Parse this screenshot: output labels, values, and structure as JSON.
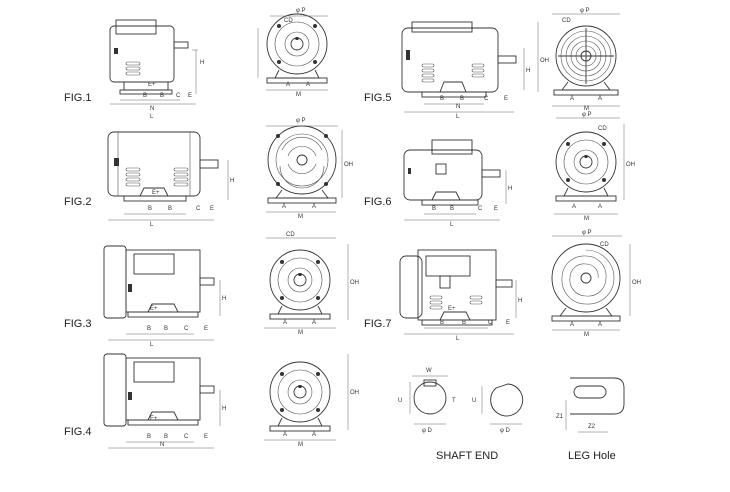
{
  "figures": [
    {
      "label": "FIG.1"
    },
    {
      "label": "FIG.2"
    },
    {
      "label": "FIG.3"
    },
    {
      "label": "FIG.4"
    },
    {
      "label": "FIG.5"
    },
    {
      "label": "FIG.6"
    },
    {
      "label": "FIG.7"
    }
  ],
  "captions": {
    "shaft_end": "SHAFT END",
    "leg_hole": "LEG Hole"
  },
  "dims": {
    "B": "B",
    "C": "C",
    "E": "E",
    "N": "N",
    "L": "L",
    "H": "H",
    "A": "A",
    "M": "M",
    "P": "φ P",
    "CD": "CD",
    "OH": "OH",
    "W": "W",
    "U": "U",
    "T": "T",
    "D": "φ D",
    "Z1": "Z1",
    "Z2": "Z2",
    "ground": "E+"
  }
}
